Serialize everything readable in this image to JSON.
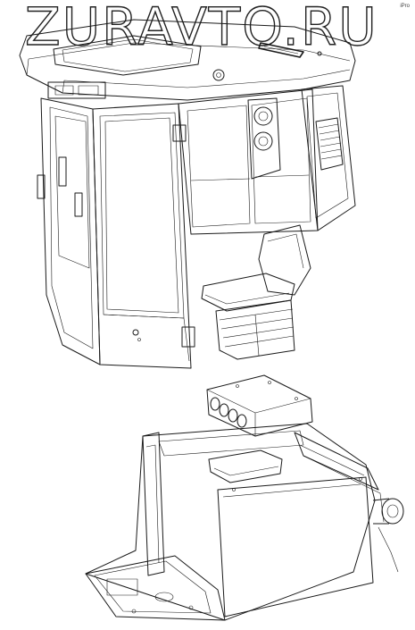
{
  "watermark": {
    "text": "ZURAVTO.RU"
  },
  "corner_mark": {
    "text": "iPro"
  },
  "figure": {
    "upper_part": "cab-assembly",
    "lower_part": "cab-frame-and-console"
  }
}
